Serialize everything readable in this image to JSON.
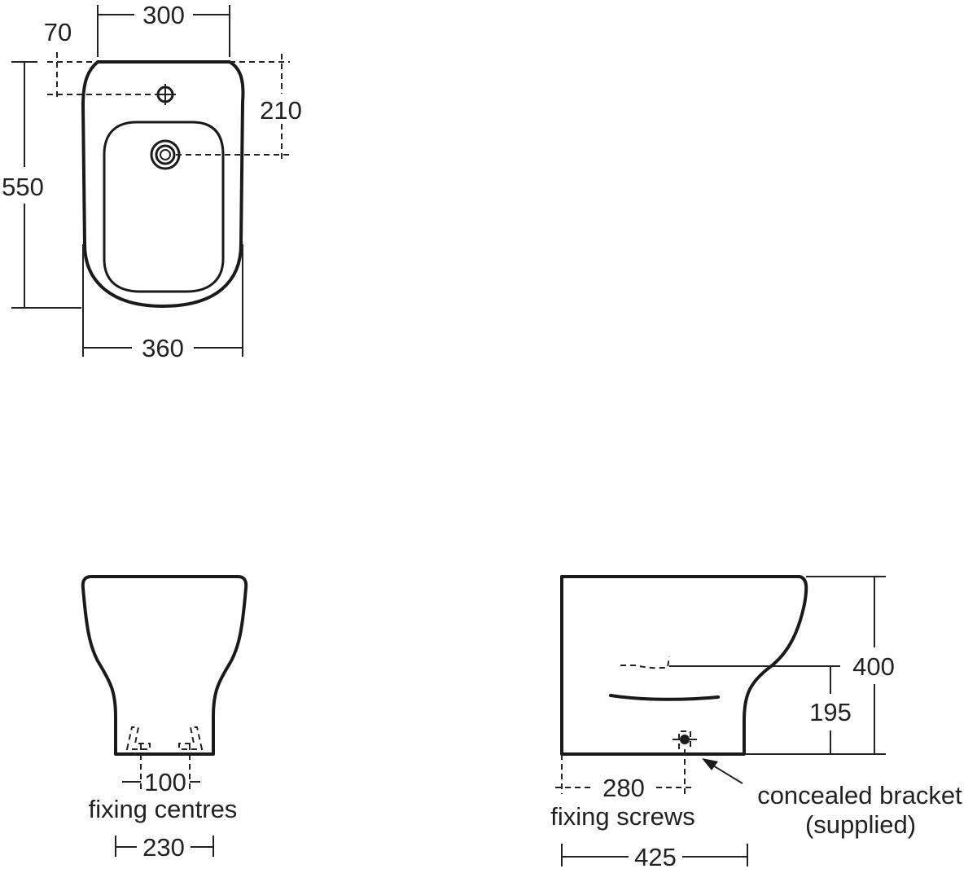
{
  "top_view": {
    "dim_width_top": "300",
    "dim_tap_offset": "70",
    "dim_depth": "550",
    "dim_tap_to_waste": "210",
    "dim_width_bottom": "360"
  },
  "front_view": {
    "dim_fixing": "100",
    "label_fixing": "fixing centres",
    "dim_base": "230"
  },
  "side_view": {
    "dim_height": "400",
    "dim_outlet_height": "195",
    "dim_screws": "280",
    "label_screws": "fixing screws",
    "dim_length": "425",
    "label_bracket_line1": "concealed bracket",
    "label_bracket_line2": "(supplied)"
  },
  "colors": {
    "line": "#1a1a1a",
    "background": "#ffffff"
  }
}
